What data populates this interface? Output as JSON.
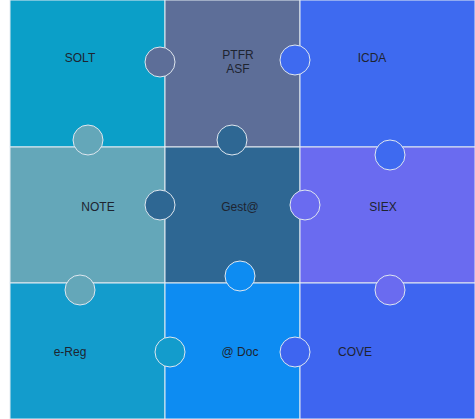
{
  "diagram": {
    "nodes": [
      {
        "text": [
          "SOLT"
        ]
      },
      {
        "text": [
          "PTFR ASF"
        ]
      },
      {
        "text": [
          "ICDA"
        ]
      },
      {
        "text": [
          "NOTE"
        ]
      },
      {
        "text": [
          "Gest@"
        ]
      },
      {
        "text": [
          "SIEX"
        ]
      },
      {
        "text": [
          "e-Reg"
        ]
      },
      {
        "text": [
          "@ Doc"
        ]
      },
      {
        "text": [
          "COVE"
        ]
      }
    ]
  }
}
